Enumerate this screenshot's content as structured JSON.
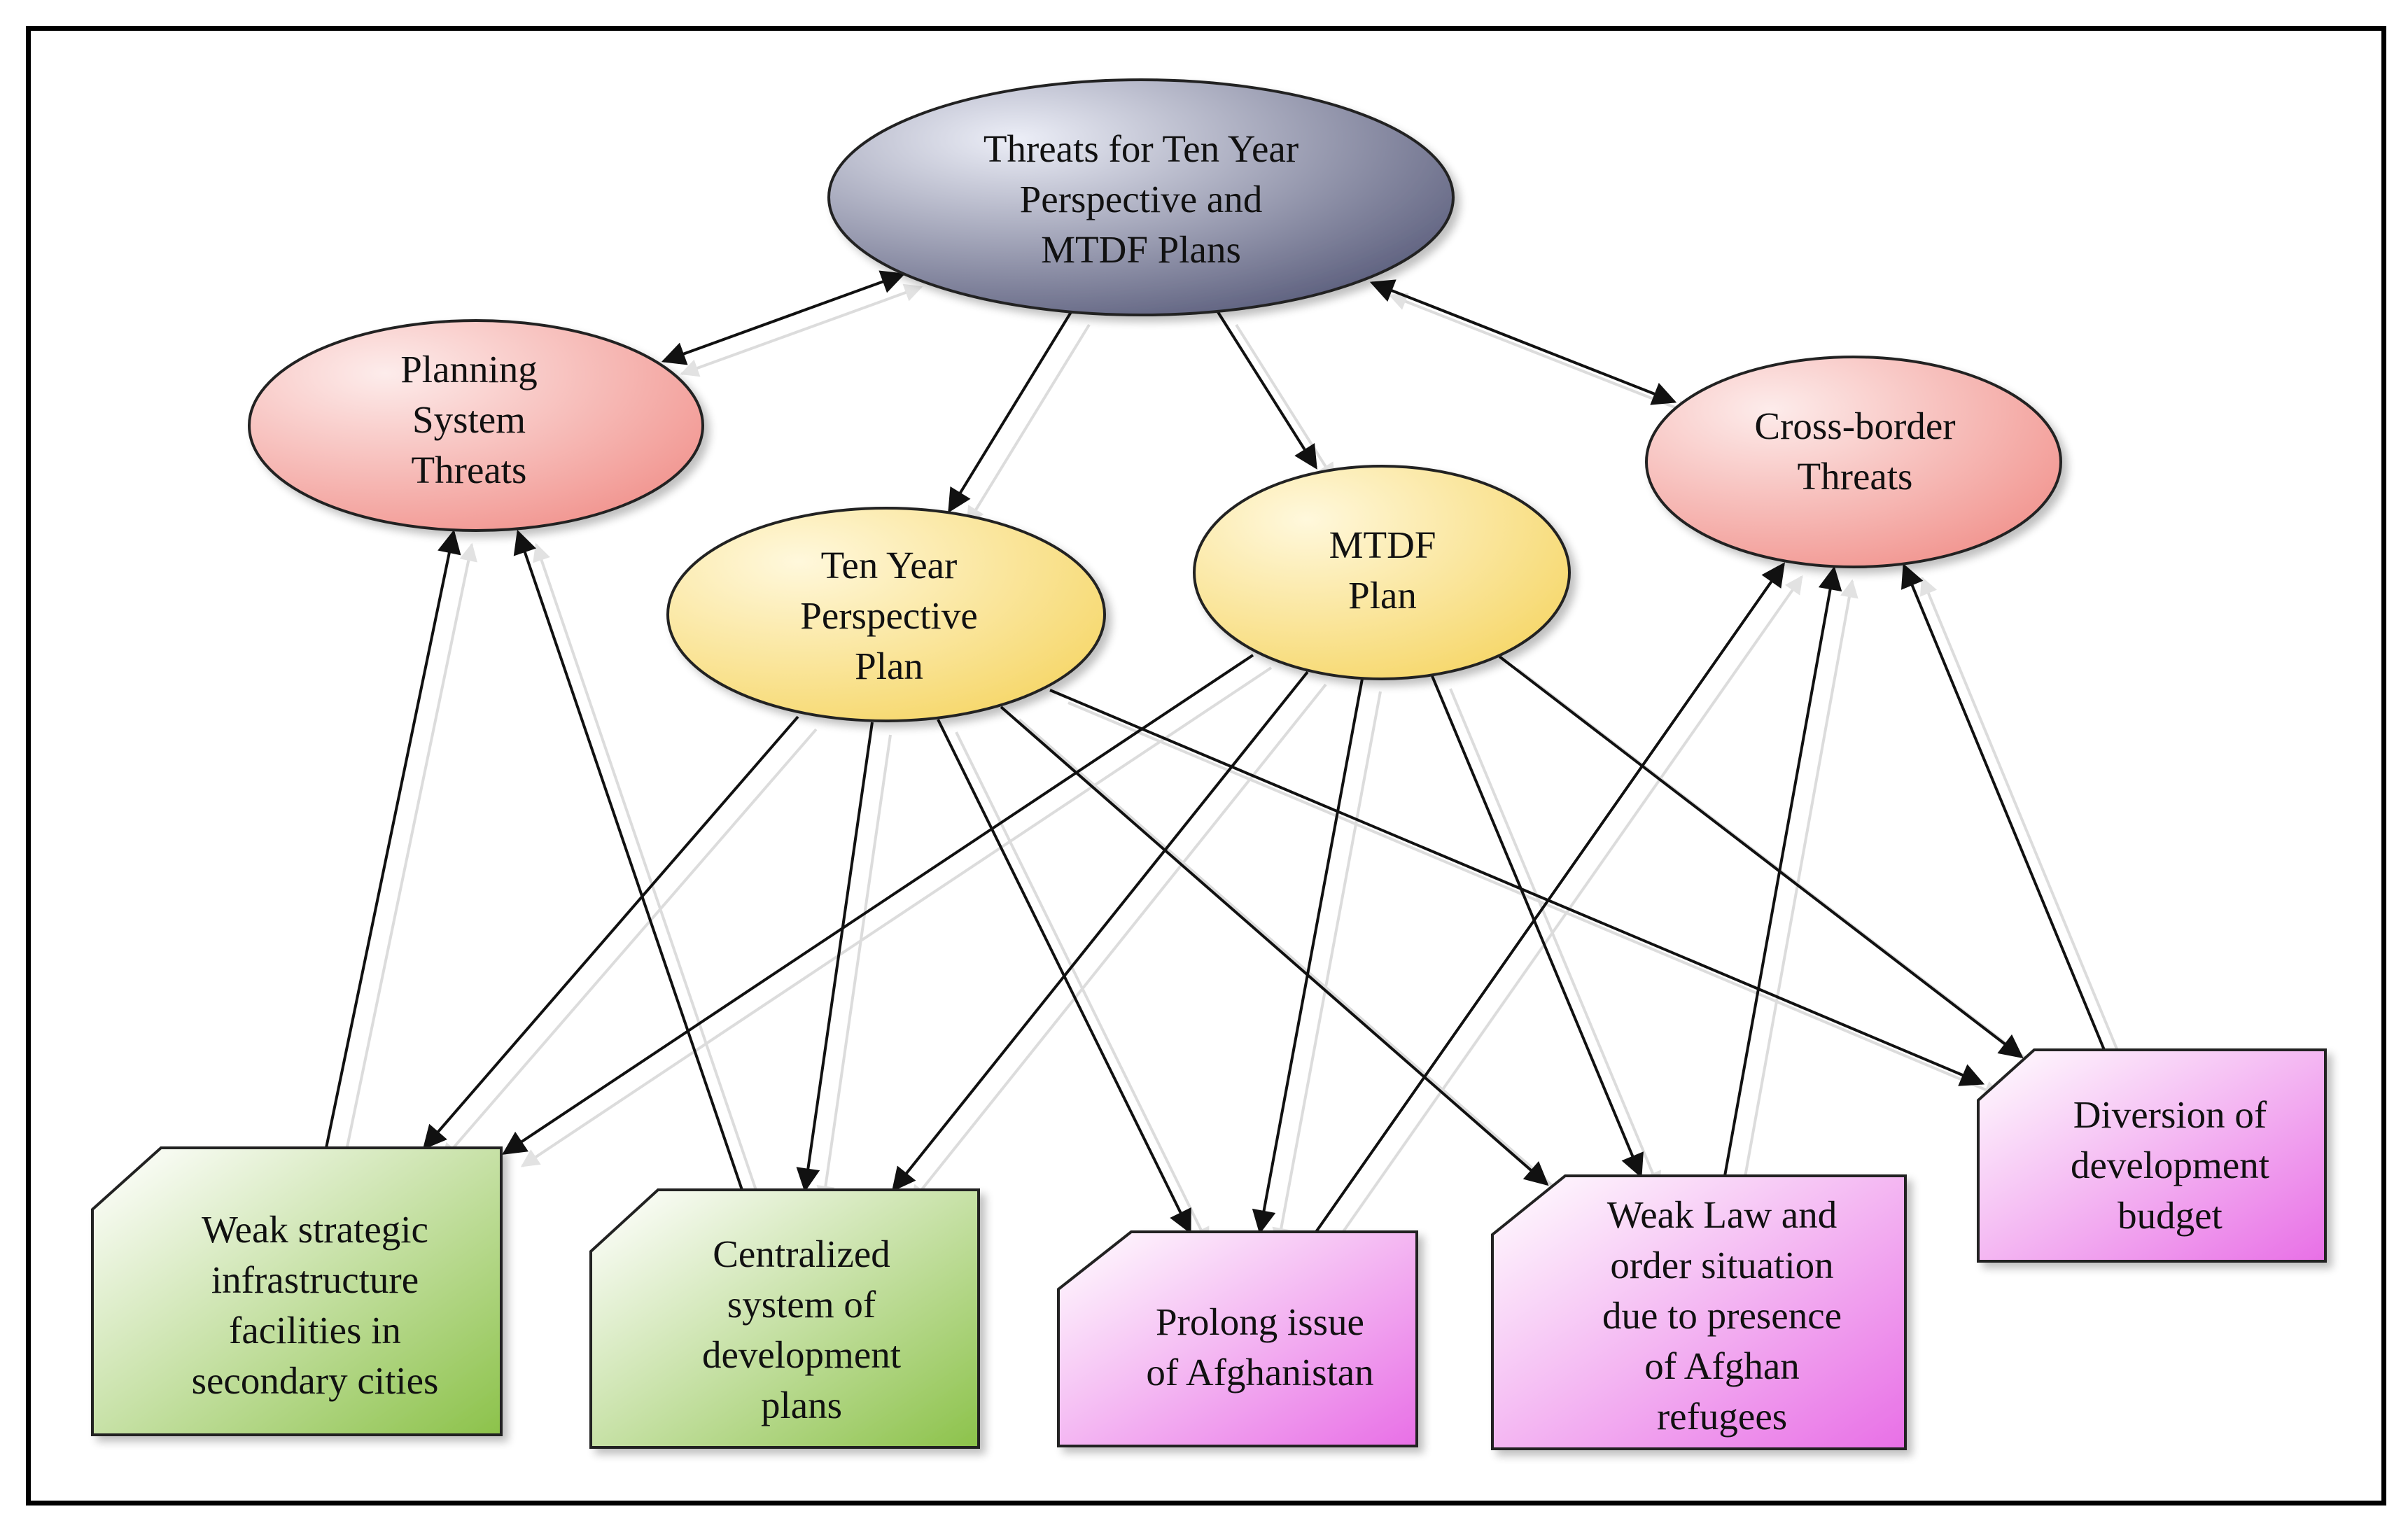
{
  "colors": {
    "line": "#111111",
    "ghost_line": "#dcdcdc",
    "root_fill_light": "#eceef7",
    "root_fill_dark": "#4a4d6e",
    "red_fill_light": "#fdeceb",
    "red_fill_dark": "#f08a84",
    "yellow_fill_light": "#fff8dc",
    "yellow_fill_dark": "#f5d35c",
    "green_fill_light": "#f6faf0",
    "green_fill_dark": "#8cc24a",
    "pink_fill_light": "#fdf0fc",
    "pink_fill_dark": "#e86fe6"
  },
  "nodes": {
    "root": {
      "lines": [
        "Threats for Ten Year",
        "Perspective and",
        "MTDF Plans"
      ]
    },
    "planning": {
      "lines": [
        "Planning",
        "System",
        "Threats"
      ]
    },
    "crossborder": {
      "lines": [
        "Cross-border",
        "Threats"
      ]
    },
    "tenyear": {
      "lines": [
        "Ten Year",
        "Perspective",
        "Plan"
      ]
    },
    "mtdf": {
      "lines": [
        "MTDF",
        "Plan"
      ]
    },
    "weak_infra": {
      "lines": [
        "Weak strategic",
        "infrastructure",
        "facilities in",
        "secondary cities"
      ]
    },
    "centralized": {
      "lines": [
        "Centralized",
        "system of",
        "development",
        "plans"
      ]
    },
    "afghanistan": {
      "lines": [
        "Prolong issue",
        "of Afghanistan"
      ]
    },
    "law_order": {
      "lines": [
        "Weak Law and",
        "order situation",
        "due to presence",
        "of Afghan",
        "refugees"
      ]
    },
    "diversion": {
      "lines": [
        "Diversion of",
        "development",
        "budget"
      ]
    }
  },
  "edges": [
    {
      "from": "root",
      "to": "planning",
      "type": "bidirectional"
    },
    {
      "from": "root",
      "to": "crossborder",
      "type": "bidirectional"
    },
    {
      "from": "root",
      "to": "tenyear",
      "type": "directed"
    },
    {
      "from": "root",
      "to": "mtdf",
      "type": "directed"
    },
    {
      "from": "tenyear",
      "to": "weak_infra",
      "type": "directed"
    },
    {
      "from": "tenyear",
      "to": "centralized",
      "type": "directed"
    },
    {
      "from": "tenyear",
      "to": "afghanistan",
      "type": "directed"
    },
    {
      "from": "tenyear",
      "to": "law_order",
      "type": "directed"
    },
    {
      "from": "tenyear",
      "to": "diversion",
      "type": "directed"
    },
    {
      "from": "mtdf",
      "to": "weak_infra",
      "type": "directed"
    },
    {
      "from": "mtdf",
      "to": "centralized",
      "type": "directed"
    },
    {
      "from": "mtdf",
      "to": "afghanistan",
      "type": "directed"
    },
    {
      "from": "mtdf",
      "to": "law_order",
      "type": "directed"
    },
    {
      "from": "mtdf",
      "to": "diversion",
      "type": "directed"
    },
    {
      "from": "weak_infra",
      "to": "planning",
      "type": "directed"
    },
    {
      "from": "centralized",
      "to": "planning",
      "type": "directed"
    },
    {
      "from": "afghanistan",
      "to": "crossborder",
      "type": "directed"
    },
    {
      "from": "law_order",
      "to": "crossborder",
      "type": "directed"
    },
    {
      "from": "diversion",
      "to": "crossborder",
      "type": "directed"
    }
  ]
}
